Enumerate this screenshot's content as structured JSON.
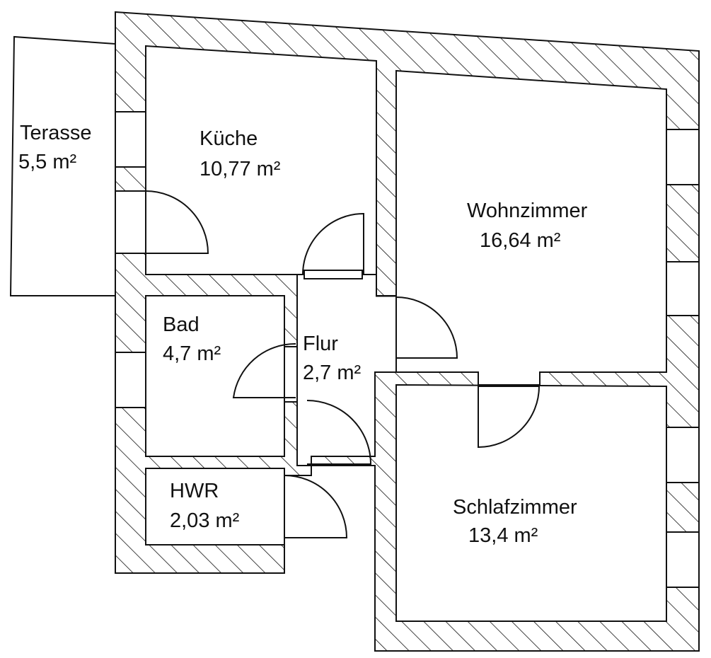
{
  "diagram": {
    "colors": {
      "line": "#111111",
      "background": "#ffffff"
    },
    "rooms": [
      {
        "id": "terasse",
        "name": "Terasse",
        "area": "5,5 m²"
      },
      {
        "id": "kueche",
        "name": "Küche",
        "area": "10,77 m²"
      },
      {
        "id": "wohnzimmer",
        "name": "Wohnzimmer",
        "area": "16,64 m²"
      },
      {
        "id": "bad",
        "name": "Bad",
        "area": "4,7 m²"
      },
      {
        "id": "flur",
        "name": "Flur",
        "area": "2,7 m²"
      },
      {
        "id": "hwr",
        "name": "HWR",
        "area": "2,03 m²"
      },
      {
        "id": "schlafzimmer",
        "name": "Schlafzimmer",
        "area": "13,4 m²"
      }
    ]
  }
}
